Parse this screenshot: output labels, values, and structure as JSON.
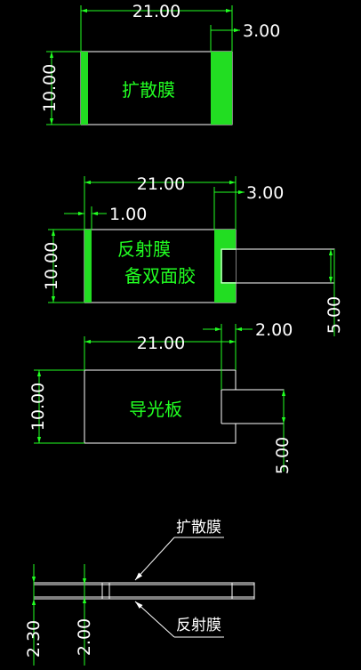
{
  "colors": {
    "background": "#000000",
    "dimension": "#22ff22",
    "outline": "#ffffff",
    "film_fill": "#22dd22"
  },
  "part_diffuser": {
    "label": "扩散膜",
    "dim_length": "21.00",
    "dim_width": "10.00",
    "dim_strip": "3.00"
  },
  "part_reflector": {
    "label_line1": "反射膜",
    "label_line2": "备双面胶",
    "dim_length": "21.00",
    "dim_width": "10.00",
    "dim_strip_left": "1.00",
    "dim_strip_right": "3.00",
    "dim_tab": "5.00"
  },
  "part_lightguide": {
    "label": "导光板",
    "dim_length": "21.00",
    "dim_width": "10.00",
    "dim_tab_width": "2.00",
    "dim_tab": "5.00"
  },
  "section_view": {
    "callout_top": "扩散膜",
    "callout_bottom": "反射膜",
    "dim_total": "2.30",
    "dim_plate": "2.00"
  }
}
